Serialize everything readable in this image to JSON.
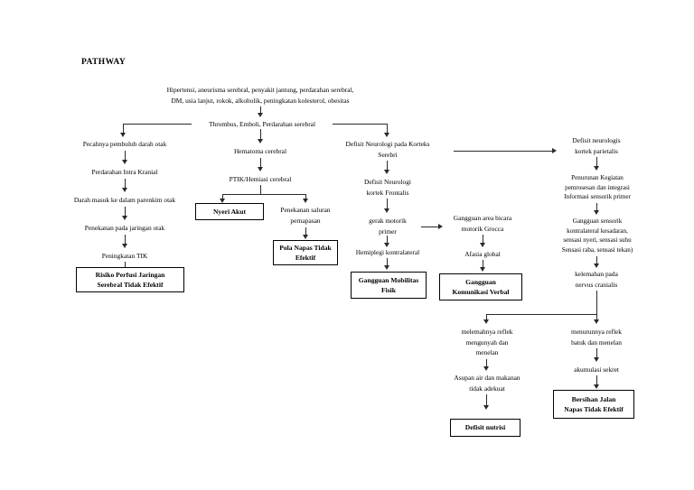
{
  "document": {
    "title": "PATHWAY"
  },
  "nodes": {
    "risk_factors": "Hipertensi, aneurisma serebral, penyakit jantung, perdarahan serebral,\nDM, usia lanjut, rokok, alkoholik, peningkatan kolesterol, obesitas",
    "thrombus": "Thrombus, Emboli, Perdarahan serebral",
    "pecahnya": "Pecahnya pembuluh darah otak",
    "perdarahan_intra": "Perdarahan Intra Kranial",
    "darah_masuk": "Darah masuk ke dalam parenkim otak",
    "penekanan_jaringan": "Penekanan pada jaringan otak",
    "peningkatan_tik": "Peningkatan TIK",
    "hematoma": "Hematoma cerebral",
    "ptik": "PTIK/Hemiasi cerebral",
    "penekanan_saluran": "Penekanan saluran\npernapasan",
    "defisit_korteks_serebri": "Defisit Neurologi pada Korteks\nSerebri",
    "defisit_frontalis": "Defisit Neurologi\nkortek Frontalis",
    "gerak_motorik": "gerak motorik\nprimer",
    "hemiplegi": "Hemiplegi kontralateral",
    "gangguan_bicara": "Gangguan area bicara\nmotorik Grocca",
    "afasia": "Afasia global",
    "defisit_parietalis": "Defisit neurologis\nkortek parietalis",
    "penurunan_kegiatan": "Penurunan Kegiatan\npemrosesan dan integrasi\nInformasi sensorik primer",
    "gangguan_sensorik": "Gangguan sensorik\nkontralateral kesadaran,\nsensasi nyeri, sensasi suhu\nSensasi raba, sensasi tekan)",
    "kelemahan_nervus": "kelemahan pada\nnervus cranialis",
    "melemahnya_reflek": "melemahnya reflek\nmengunyah dan\nmenelan",
    "asupan": "Asupan air dan makanan\ntidak adekuat",
    "menurunnya_reflek": "menurunnya reflek\nbatuk dan menelan",
    "akumulasi": "akumulasi sekret"
  },
  "diagnoses": {
    "risiko_perfusi": "Risiko Perfusi Jaringan\nSerebral Tidak Efektif",
    "nyeri_akut": "Nyeri Akut",
    "pola_napas": "Pola Napas Tidak\nEfektif",
    "gangguan_mobilitas": "Gangguan Mobilitas\nFisik",
    "gangguan_komunikasi": "Gangguan\nKomunikasi Verbal",
    "defisit_nutrisi": "Defisit nutrisi",
    "bersihan_jalan": "Bersihan Jalan\nNapas Tidak Efektif"
  },
  "colors": {
    "background": "#ffffff",
    "text": "#000000",
    "connector": "#2b2b2b",
    "box_border": "#000000"
  }
}
